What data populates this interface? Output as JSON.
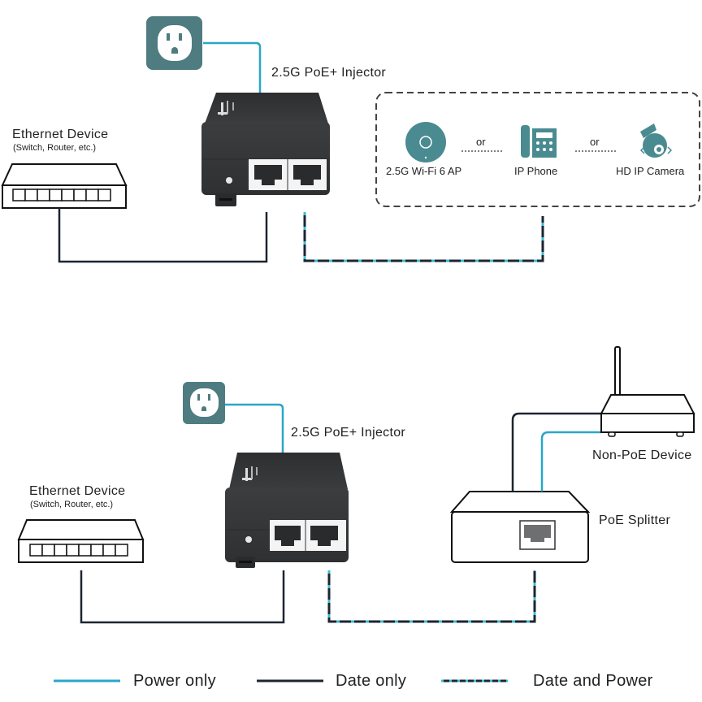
{
  "colors": {
    "power": "#2aa6c9",
    "data": "#1c2530",
    "icon_teal": "#4a8b91",
    "outlet_bg": "#4e7c80",
    "device_dark": "#333536"
  },
  "top_diagram": {
    "injector_label": "2.5G PoE+ Injector",
    "ethernet_device": {
      "title": "Ethernet Device",
      "subtitle": "(Switch, Router, etc.)"
    },
    "pd_group": {
      "devices": [
        {
          "label": "2.5G Wi-Fi 6 AP",
          "icon": "access-point-icon"
        },
        {
          "label": "IP Phone",
          "icon": "ip-phone-icon"
        },
        {
          "label": "HD IP Camera",
          "icon": "ip-camera-icon"
        }
      ],
      "separators": [
        "or",
        "or"
      ]
    }
  },
  "bottom_diagram": {
    "injector_label": "2.5G PoE+ Injector",
    "ethernet_device": {
      "title": "Ethernet Device",
      "subtitle": "(Switch, Router, etc.)"
    },
    "non_poe_device_label": "Non-PoE Device",
    "splitter_label": "PoE Splitter"
  },
  "legend": [
    {
      "label": "Power only",
      "style": "power"
    },
    {
      "label": "Date only",
      "style": "data"
    },
    {
      "label": "Date and Power",
      "style": "both"
    }
  ]
}
